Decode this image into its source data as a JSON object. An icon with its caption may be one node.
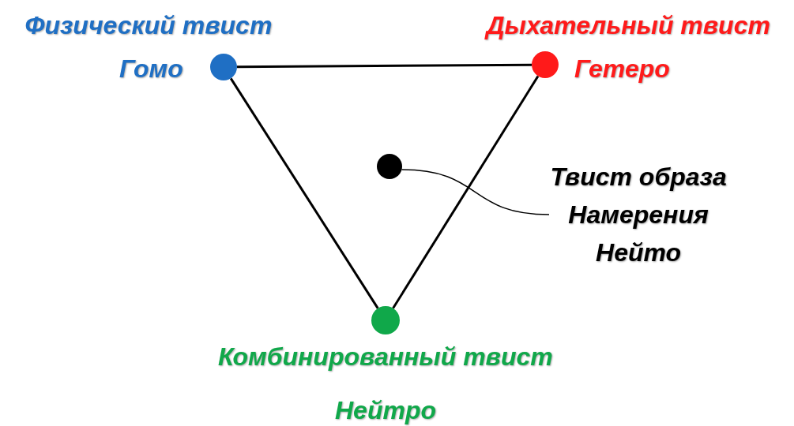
{
  "diagram": {
    "nodes": [
      {
        "text": [],
        "shape": "circle",
        "beside": [
          "Физический твист",
          "Гомо"
        ]
      },
      {
        "text": [],
        "shape": "circle",
        "beside": [
          "Дыхательный твист",
          "Гетеро"
        ]
      },
      {
        "text": [],
        "shape": "circle"
      },
      {
        "text": [],
        "shape": "circle",
        "beside": [
          "Комбинированный твист",
          "Нейтро"
        ]
      },
      {
        "text": [
          "Твист образа",
          "Намерения",
          "Нейто"
        ]
      }
    ],
    "edges": [
      {
        "from": 0,
        "to": 1,
        "arrow": "none"
      },
      {
        "from": 0,
        "to": 3,
        "arrow": "none"
      },
      {
        "from": 1,
        "to": 3,
        "arrow": "none"
      },
      {
        "from": 4,
        "to": 2,
        "arrow": "none"
      }
    ]
  }
}
